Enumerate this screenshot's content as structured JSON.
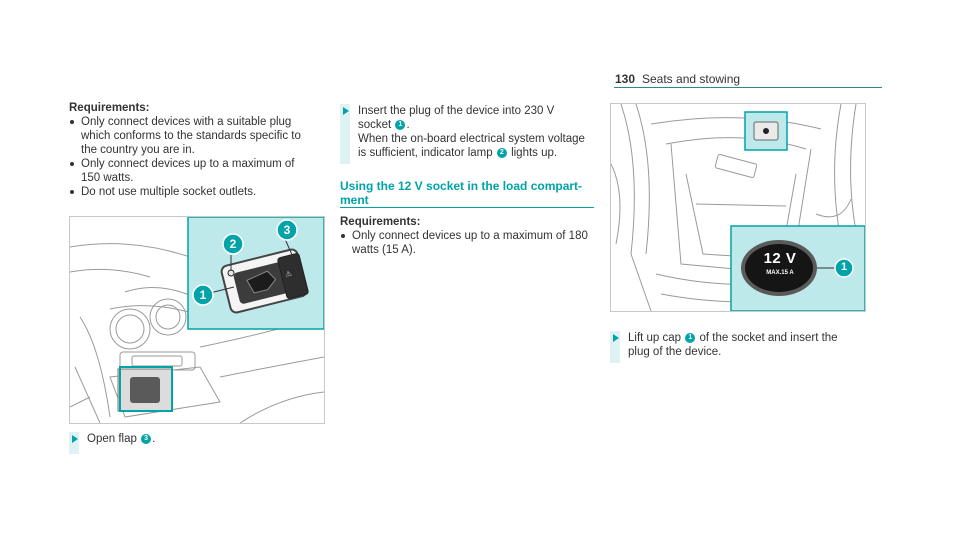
{
  "header": {
    "page_number": "130",
    "section_title": "Seats and stowing"
  },
  "column1": {
    "requirements_heading": "Requirements:",
    "bullets": [
      "Only connect devices with a suitable plug which conforms to the standards specific to the country you are in.",
      "Only connect devices up to a maximum of 150 watts.",
      "Do not use multiple socket outlets."
    ],
    "step": {
      "text_before": "Open flap",
      "badge": "3",
      "text_after": "."
    }
  },
  "column2": {
    "step": {
      "line1_before": "Insert the plug of the device into 230 V",
      "line2_before": "socket",
      "badge1": "1",
      "line2_after": ".",
      "line3": "When the on-board electrical system voltage",
      "line4_before": "is sufficient, indicator lamp",
      "badge2": "2",
      "line4_after": "lights up."
    },
    "subheading_line1": "Using the 12 V socket in the load compart-",
    "subheading_line2": "ment",
    "requirements_heading": "Requirements:",
    "bullets": [
      "Only connect devices up to a maximum of 180 watts (15 A)."
    ]
  },
  "column3": {
    "step": {
      "line1_before": "Lift up cap",
      "badge": "1",
      "line1_after": "of the socket and insert the",
      "line2": "plug of the device."
    }
  },
  "figure1": {
    "callouts": [
      "1",
      "2",
      "3"
    ]
  },
  "figure2": {
    "socket_label": "12 V",
    "socket_sublabel": "MAX.15 A",
    "callout": "1"
  },
  "colors": {
    "accent": "#00a3a8",
    "inset_background": "#bde9ea",
    "step_bar": "#def2f3"
  }
}
